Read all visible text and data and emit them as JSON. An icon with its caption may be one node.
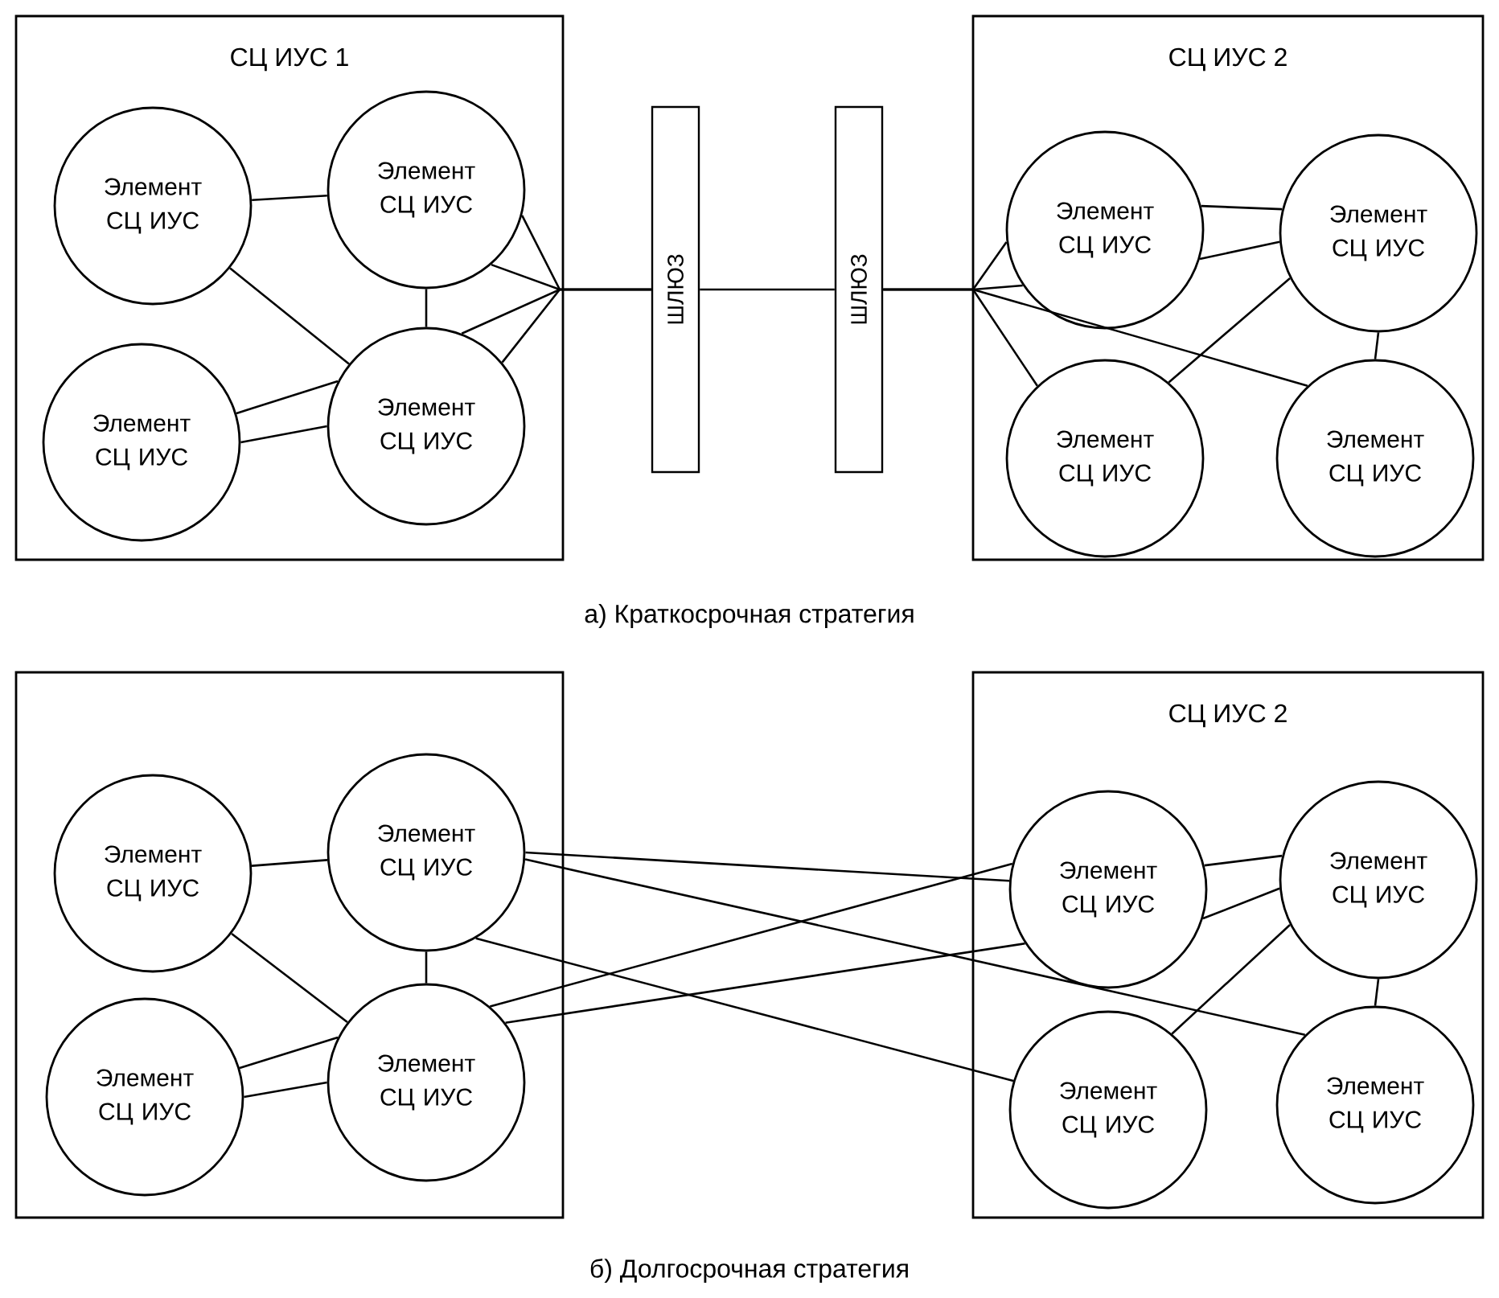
{
  "diagram": {
    "nodes": [
      {
        "text": [
          "СЦ ИУС 1"
        ]
      },
      {
        "text": [
          "Элемент СЦ ИУС"
        ],
        "in": 0
      },
      {
        "text": [
          "Элемент СЦ ИУС"
        ],
        "in": 0
      },
      {
        "text": [
          "Элемент СЦ ИУС"
        ],
        "in": 0
      },
      {
        "text": [
          "Элемент СЦ ИУС"
        ],
        "in": 0
      },
      {
        "text": [
          "ШЛЮЗ"
        ]
      },
      {
        "text": [
          "ШЛЮЗ"
        ]
      },
      {
        "text": [
          "СЦ ИУС 2"
        ]
      },
      {
        "text": [
          "Элемент СЦ ИУС"
        ],
        "in": 7
      },
      {
        "text": [
          "Элемент СЦ ИУС"
        ],
        "in": 7
      },
      {
        "text": [
          "Элемент СЦ ИУС"
        ],
        "in": 7
      },
      {
        "text": [
          "Элемент СЦ ИУС"
        ],
        "in": 7
      },
      {
        "text": [],
        "shape": "box"
      },
      {
        "text": [
          "Элемент СЦ ИУС"
        ],
        "in": 12
      },
      {
        "text": [
          "Элемент СЦ ИУС"
        ],
        "in": 12
      },
      {
        "text": [
          "Элемент СЦ ИУС"
        ],
        "in": 12
      },
      {
        "text": [
          "Элемент СЦ ИУС"
        ],
        "in": 12
      },
      {
        "text": [
          "СЦ ИУС 2"
        ]
      },
      {
        "text": [
          "Элемент СЦ ИУС"
        ],
        "in": 17
      },
      {
        "text": [
          "Элемент СЦ ИУС"
        ],
        "in": 17
      },
      {
        "text": [
          "Элемент СЦ ИУС"
        ],
        "in": 17
      },
      {
        "text": [
          "Элемент СЦ ИУС"
        ],
        "in": 17
      }
    ],
    "edges": [
      {
        "from": 1,
        "to": 2,
        "arrow": "none"
      },
      {
        "from": 1,
        "to": 4,
        "arrow": "none"
      },
      {
        "from": 2,
        "to": 4,
        "arrow": "none"
      },
      {
        "from": 3,
        "to": 4,
        "arrow": "none"
      },
      {
        "from": 3,
        "to": 4,
        "arrow": "none"
      },
      {
        "from": 2,
        "to": 5,
        "arrow": "none"
      },
      {
        "from": 2,
        "to": 5,
        "arrow": "none"
      },
      {
        "from": 4,
        "to": 5,
        "arrow": "none"
      },
      {
        "from": 4,
        "to": 5,
        "arrow": "none"
      },
      {
        "from": 5,
        "to": 6,
        "arrow": "none"
      },
      {
        "from": 6,
        "to": 8,
        "arrow": "none"
      },
      {
        "from": 6,
        "to": 8,
        "arrow": "none"
      },
      {
        "from": 6,
        "to": 10,
        "arrow": "none"
      },
      {
        "from": 6,
        "to": 11,
        "arrow": "none"
      },
      {
        "from": 8,
        "to": 9,
        "arrow": "none"
      },
      {
        "from": 8,
        "to": 9,
        "arrow": "none"
      },
      {
        "from": 9,
        "to": 11,
        "arrow": "none"
      },
      {
        "from": 10,
        "to": 9,
        "arrow": "none"
      },
      {
        "from": 13,
        "to": 14,
        "arrow": "none"
      },
      {
        "from": 13,
        "to": 16,
        "arrow": "none"
      },
      {
        "from": 14,
        "to": 16,
        "arrow": "none"
      },
      {
        "from": 15,
        "to": 16,
        "arrow": "none"
      },
      {
        "from": 15,
        "to": 16,
        "arrow": "none"
      },
      {
        "from": 18,
        "to": 19,
        "arrow": "none"
      },
      {
        "from": 18,
        "to": 19,
        "arrow": "none"
      },
      {
        "from": 19,
        "to": 21,
        "arrow": "none"
      },
      {
        "from": 20,
        "to": 19,
        "arrow": "none"
      },
      {
        "from": 14,
        "to": 18,
        "arrow": "none"
      },
      {
        "from": 14,
        "to": 21,
        "arrow": "none"
      },
      {
        "from": 14,
        "to": 20,
        "arrow": "none"
      },
      {
        "from": 16,
        "to": 18,
        "arrow": "none"
      },
      {
        "from": 16,
        "to": 18,
        "arrow": "none"
      }
    ],
    "labels": [
      "а) Краткосрочная стратегия",
      "б) Долгосрочная стратегия"
    ]
  }
}
